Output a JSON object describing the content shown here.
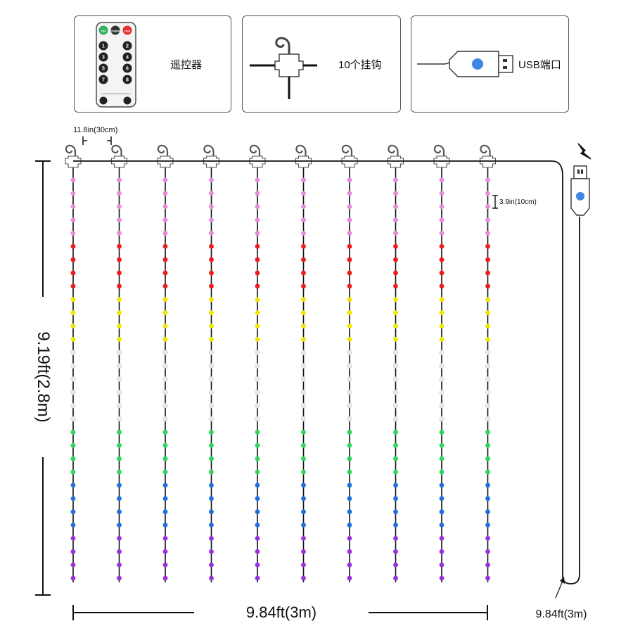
{
  "accessories": {
    "remote_label": "遥控器",
    "hooks_label": "10个挂钩",
    "usb_label": "USB端口",
    "remote_buttons": [
      "ON",
      "TIMER",
      "OFF",
      "1",
      "2",
      "3",
      "4",
      "5",
      "6",
      "7",
      "8"
    ]
  },
  "dimensions": {
    "hook_spacing": "11.8in(30cm)",
    "bulb_spacing": "3.9in(10cm)",
    "height": "9.19ft(2.8m)",
    "width": "9.84ft(3m)",
    "cable_length": "9.84ft(3m)"
  },
  "curtain": {
    "strands": 10,
    "bulb_colors": [
      "#e98ae0",
      "#e98ae0",
      "#e98ae0",
      "#e98ae0",
      "#e98ae0",
      "#ee1c1c",
      "#ee1c1c",
      "#ee1c1c",
      "#ee1c1c",
      "#f2e600",
      "#f2e600",
      "#f2e600",
      "#f2e600",
      "#e8e8e8",
      "#e8e8e8",
      "#e8e8e8",
      "#e8e8e8",
      "#e8e8e8",
      "#e8e8e8",
      "#2fd65a",
      "#2fd65a",
      "#2fd65a",
      "#2fd65a",
      "#1f6fe0",
      "#1f6fe0",
      "#1f6fe0",
      "#1f6fe0",
      "#9b2fe0",
      "#9b2fe0",
      "#9b2fe0",
      "#9b2fe0"
    ]
  },
  "colors": {
    "line": "#111111",
    "usb_dot": "#3d86e6",
    "on_button": "#2fb35e",
    "off_button": "#e0332f"
  }
}
